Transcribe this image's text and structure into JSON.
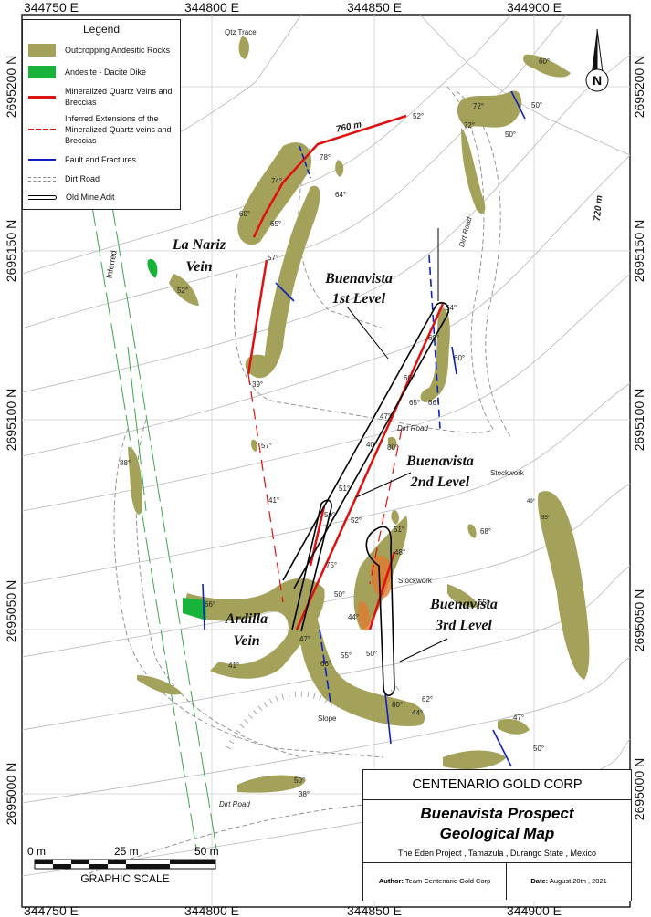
{
  "axes": {
    "easting": [
      "344750 E",
      "344800 E",
      "344850 E",
      "344900 E"
    ],
    "northing": [
      "2695200 N",
      "2695150 N",
      "2695100 N",
      "2695050 N",
      "2695000 N"
    ]
  },
  "legend": {
    "title": "Legend",
    "items": [
      {
        "label": "Outcropping Andesitic Rocks",
        "color": "#a3a15a"
      },
      {
        "label": "Andesite - Dacite Dike",
        "color": "#17b33a"
      },
      {
        "label": "Mineralized Quartz Veins and Breccias",
        "color": "#e01010"
      },
      {
        "label": "Inferred Extensions of the Mineralized Quartz veins and Breccias",
        "color": "#e01010"
      },
      {
        "label": "Fault and Fractures",
        "color": "#1020c0"
      },
      {
        "label": "Dirt Road",
        "color": "#888888"
      },
      {
        "label": "Old Mine Adit",
        "color": "#000000"
      }
    ]
  },
  "map": {
    "names": {
      "la_nariz": [
        "La Nariz",
        "Vein"
      ],
      "bv1": [
        "Buenavista",
        "1st Level"
      ],
      "bv2": [
        "Buenavista",
        "2nd Level"
      ],
      "bv3": [
        "Buenavista",
        "3rd Level"
      ],
      "ardilla": [
        "Ardilla",
        "Vein"
      ]
    },
    "labels": {
      "qtz": "Qtz Trace",
      "c760": "760 m",
      "c720": "720 m",
      "road1": "Dirt Road",
      "road2": "Dirt Road",
      "road3": "Dirt Road",
      "inferred": "Inferred",
      "stock1": "Stockwork",
      "stock2": "Stockwork",
      "slope": "Slope"
    },
    "dips": [
      "52°",
      "72°",
      "72°",
      "50°",
      "50°",
      "60°",
      "78°",
      "74°",
      "64°",
      "65°",
      "60°",
      "57°",
      "52°",
      "39°",
      "54°",
      "60°",
      "60°",
      "60°",
      "65°",
      "66°",
      "47°",
      "40°",
      "80°",
      "57°",
      "88°",
      "51°",
      "41°",
      "50°",
      "52°",
      "51°",
      "48°",
      "49°",
      "55°",
      "68°",
      "75°",
      "50°",
      "65°",
      "44°",
      "47°",
      "50°",
      "55°",
      "66°",
      "41°",
      "68°",
      "80°",
      "44°",
      "62°",
      "47°",
      "50°",
      "50°",
      "38°"
    ],
    "north": "N"
  },
  "scale": {
    "ticks": [
      "0 m",
      "25 m",
      "50 m"
    ],
    "caption": "GRAPHIC SCALE"
  },
  "titleblock": {
    "company": "CENTENARIO GOLD CORP",
    "title1": "Buenavista Prospect",
    "title2": "Geological Map",
    "location": "The Eden Project , Tamazula , Durango State , Mexico",
    "author_label": "Author:",
    "author": "Team Centenario Gold Corp",
    "date_label": "Date:",
    "date": "August 20th , 2021"
  }
}
